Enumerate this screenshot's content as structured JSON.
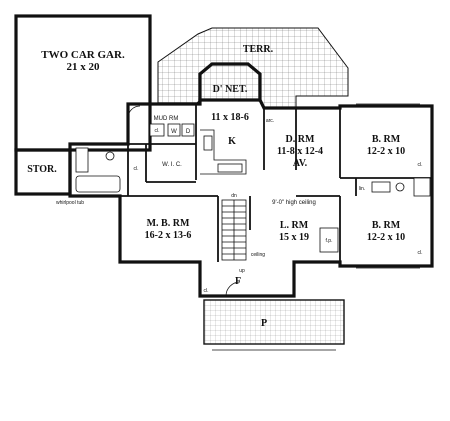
{
  "rooms": {
    "garage_name": "TWO CAR GAR.",
    "garage_size": "21  x  20",
    "terrace": "TERR.",
    "dinette_name": "D' NET.",
    "dinette_size": "11 x 18-6",
    "kitchen": "K",
    "mud_room": "MUD RM",
    "closet_mud": "cl.",
    "washer": "W",
    "dryer": "D",
    "dining_name": "D. RM",
    "dining_size": "11-8 x 12-4",
    "dining_extra": "AV.",
    "arch": "arc.",
    "bedroom1_name": "B. RM",
    "bedroom1_size": "12-2 x 10",
    "bedroom2_name": "B. RM",
    "bedroom2_size": "12-2 x 10",
    "storage": "STOR.",
    "wic": "W. I. C.",
    "closet_wic": "cl.",
    "master_name": "M. B. RM",
    "master_size": "16-2 x 13-6",
    "whirlpool": "whirlpool tub",
    "living_name": "L. RM",
    "living_size": "15 x 19",
    "ceiling_note": "9'-0\" high ceiling",
    "ceiling": "ceiling",
    "fireplace": "f.p.",
    "linen": "lin.",
    "closet_br1": "cl.",
    "closet_br2": "cl.",
    "closet_foyer": "cl.",
    "foyer": "F",
    "porch": "P",
    "stair_down": "dn",
    "stair_up": "up"
  }
}
